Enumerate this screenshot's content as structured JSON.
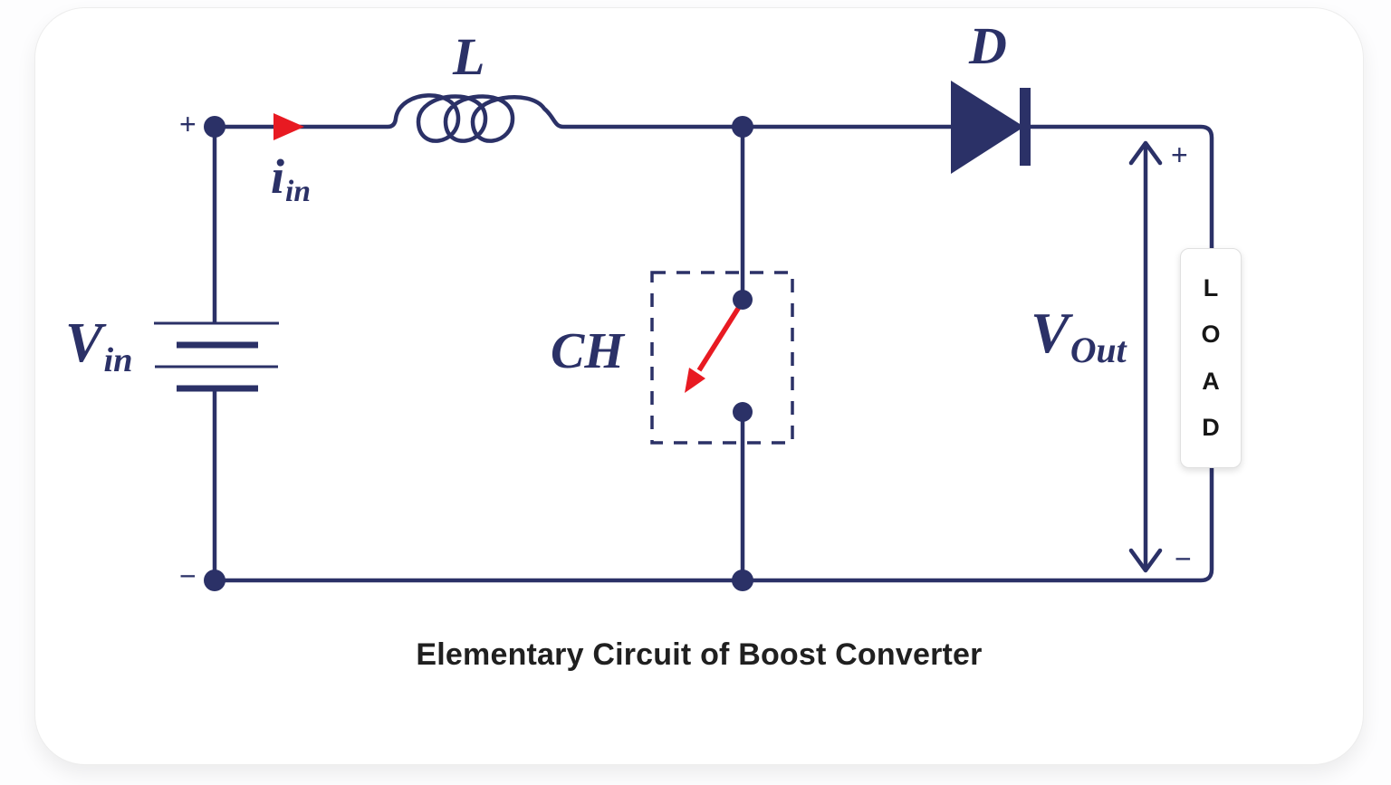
{
  "caption": "Elementary Circuit of Boost Converter",
  "colors": {
    "navy": "#2b3167",
    "red": "#e81a22",
    "ink": "#202020",
    "pageBg": "#fdfdfe",
    "cardBg": "#ffffff",
    "cardBorder": "#ededed",
    "loadBorder": "#e0e0e0",
    "loadText": "#161616"
  },
  "labels": {
    "source_voltage": {
      "base": "V",
      "sub": "in"
    },
    "source_plus": "+",
    "source_minus": "−",
    "input_current": {
      "base": "i",
      "sub": "in"
    },
    "inductor": "L",
    "chopper_switch": "CH",
    "diode": "D",
    "output_voltage": {
      "base": "V",
      "sub": "Out"
    },
    "output_plus": "+",
    "output_minus": "−",
    "load": {
      "letters": [
        "L",
        "O",
        "A",
        "D"
      ]
    }
  }
}
